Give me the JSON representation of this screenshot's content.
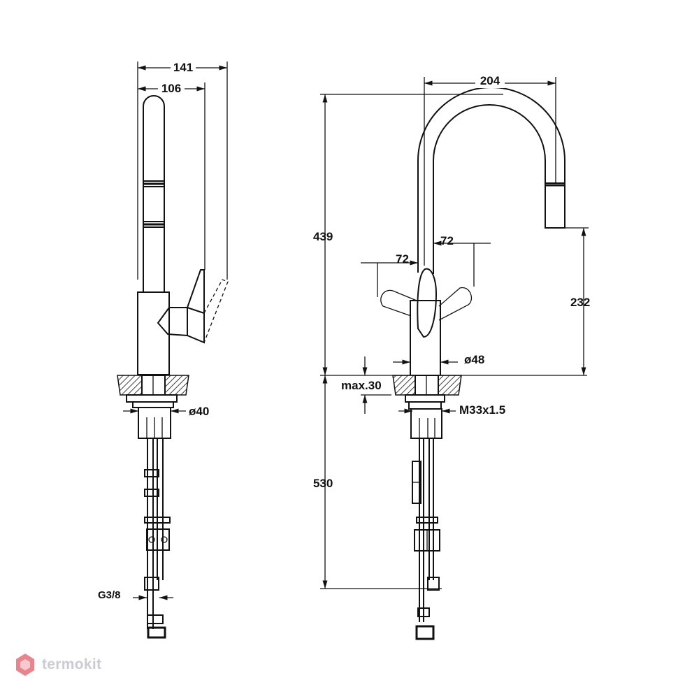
{
  "dimensions": {
    "side_total_width": "141",
    "side_spout_width": "106",
    "side_base_diameter": "ø40",
    "side_hose_thread": "G3/8",
    "front_spout_reach": "204",
    "front_total_height": "439",
    "front_lever_left": "72",
    "front_lever_right": "72",
    "front_outlet_height": "232",
    "front_body_diameter": "ø48",
    "front_max_deck": "max.30",
    "front_thread": "M33x1.5",
    "front_below_deck": "530"
  },
  "watermark": {
    "text": "termokit",
    "logo_color": "#e8848e",
    "text_color": "#c9ccd4"
  },
  "colors": {
    "line": "#111111",
    "background": "#ffffff"
  }
}
